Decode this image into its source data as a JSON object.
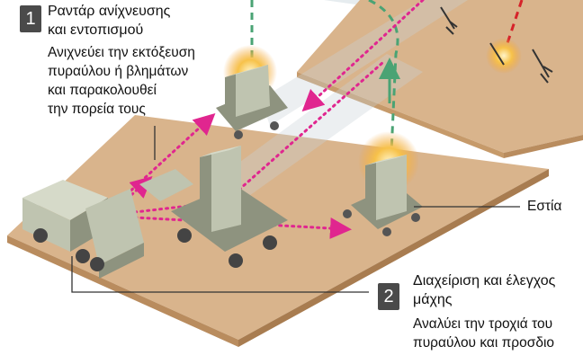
{
  "steps": [
    {
      "number": "1",
      "title_lines": [
        "Ραντάρ ανίχνευσης",
        "και εντοπισμού"
      ],
      "desc_lines": [
        "Ανιχνεύει την εκτόξευση",
        "πυραύλου ή βλημάτων",
        "και παρακολουθεί",
        "την πορεία τους"
      ]
    },
    {
      "number": "2",
      "title_lines": [
        "Διαχείριση και έλεγχος",
        "μάχης"
      ],
      "desc_lines": [
        "Αναλύει την τροχιά του",
        "πυραύλου και προσδιο"
      ]
    }
  ],
  "labels": {
    "focus": "Εστία"
  },
  "icons": [
    "incoming-rocket-icon"
  ],
  "colors": {
    "ground_top": "#d9b48c",
    "ground_side": "#b98c5e",
    "sky_panel": "#dfe6ea",
    "vehicle": "#bfc4b0",
    "vehicle_dark": "#8e937f",
    "trajectory": "#e0268f",
    "green_path": "#4aa374",
    "red_path": "#d6232a",
    "burst": "#f2a23a"
  }
}
